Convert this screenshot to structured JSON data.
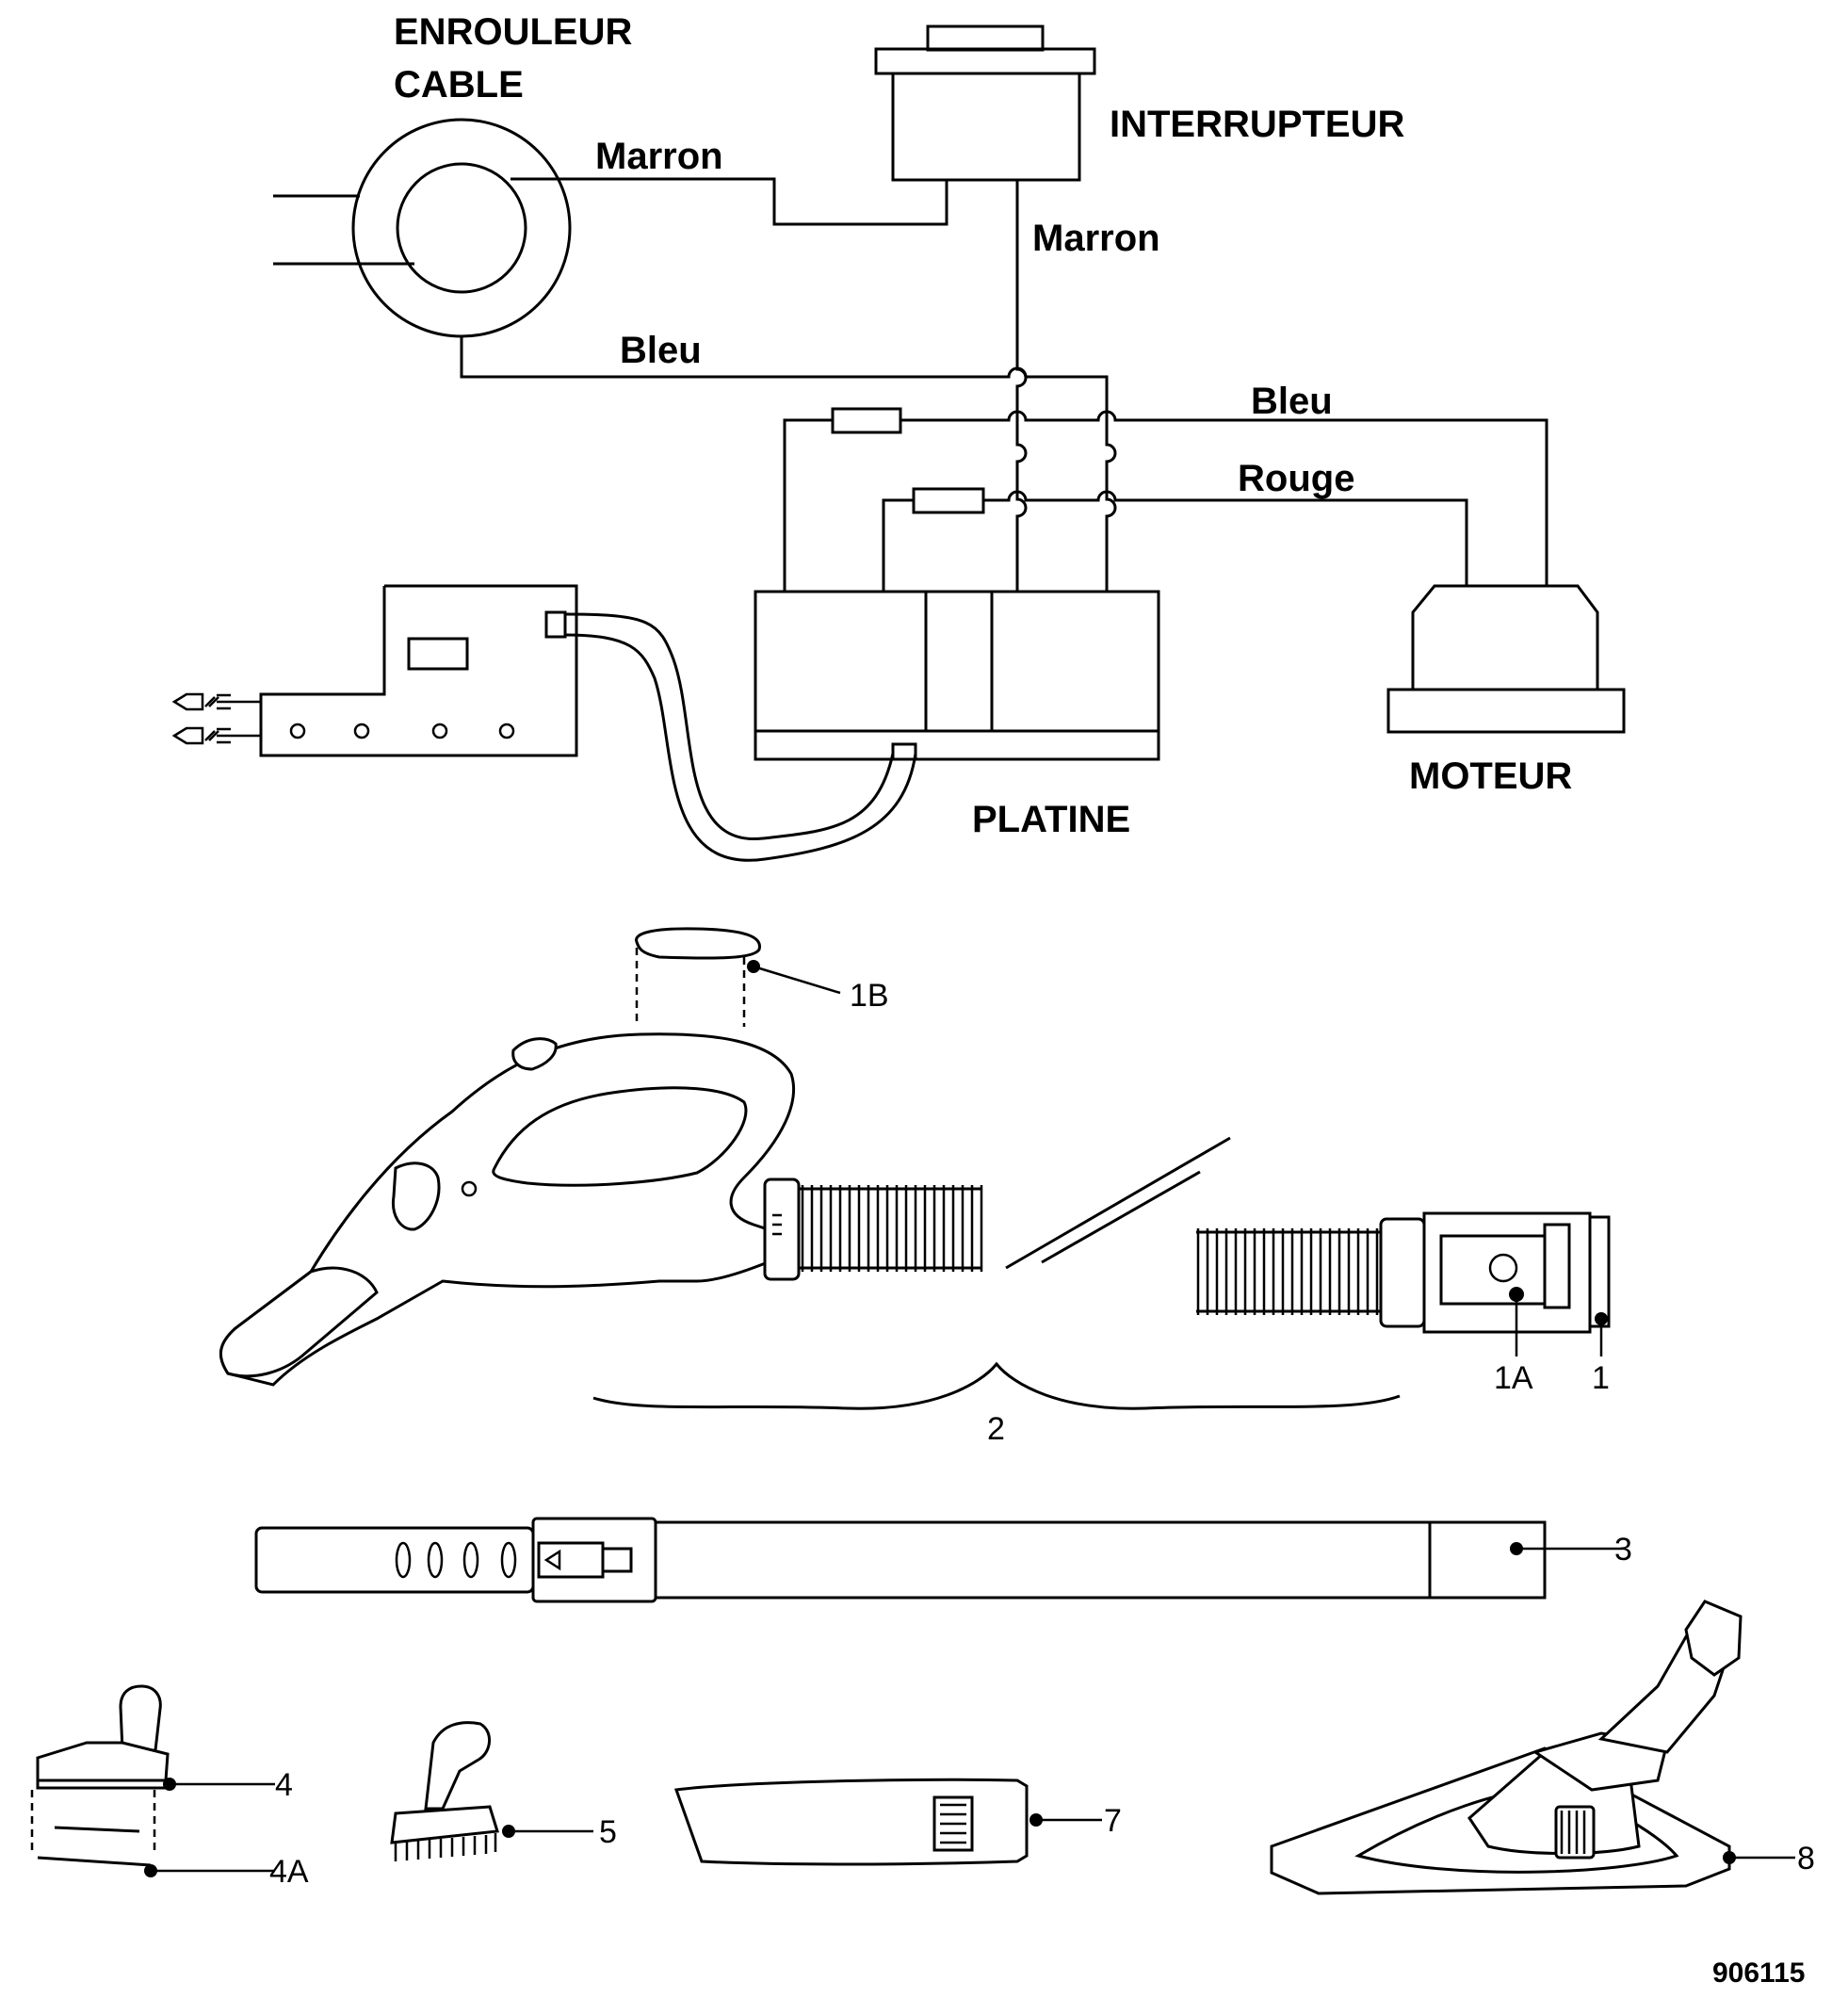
{
  "wiring": {
    "enrouleur_l1": "ENROULEUR",
    "enrouleur_l2": "CABLE",
    "interrupteur": "INTERRUPTEUR",
    "moteur": "MOTEUR",
    "platine": "PLATINE",
    "wire_marron_1": "Marron",
    "wire_marron_2": "Marron",
    "wire_bleu_1": "Bleu",
    "wire_bleu_2": "Bleu",
    "wire_rouge": "Rouge"
  },
  "parts": {
    "p1": "1",
    "p1a": "1A",
    "p1b": "1B",
    "p2": "2",
    "p3": "3",
    "p4": "4",
    "p4a": "4A",
    "p5": "5",
    "p7": "7",
    "p8": "8"
  },
  "ref_code": "906115"
}
